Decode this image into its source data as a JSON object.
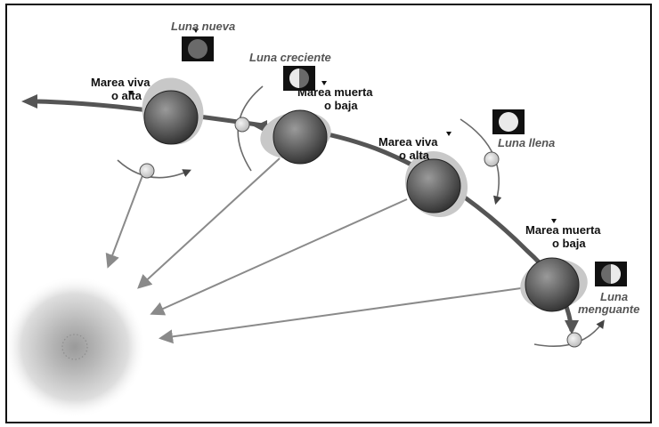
{
  "moon_phases": {
    "nueva": "Luna nueva",
    "creciente": "Luna creciente",
    "llena": "Luna llena",
    "menguante_line1": "Luna",
    "menguante_line2": "menguante"
  },
  "tides": {
    "viva1_line1": "Marea viva",
    "viva1_line2": "o alta",
    "muerta1_line1": "Marea muerta",
    "muerta1_line2": "o baja",
    "viva2_line1": "Marea viva",
    "viva2_line2": "o alta",
    "muerta2_line1": "Marea muerta",
    "muerta2_line2": "o baja"
  },
  "colors": {
    "earth": "#5a5a5a",
    "bulge": "#c8c8c8",
    "orbit_arrow": "#555555",
    "sun_rays": "#8a8a8a"
  }
}
